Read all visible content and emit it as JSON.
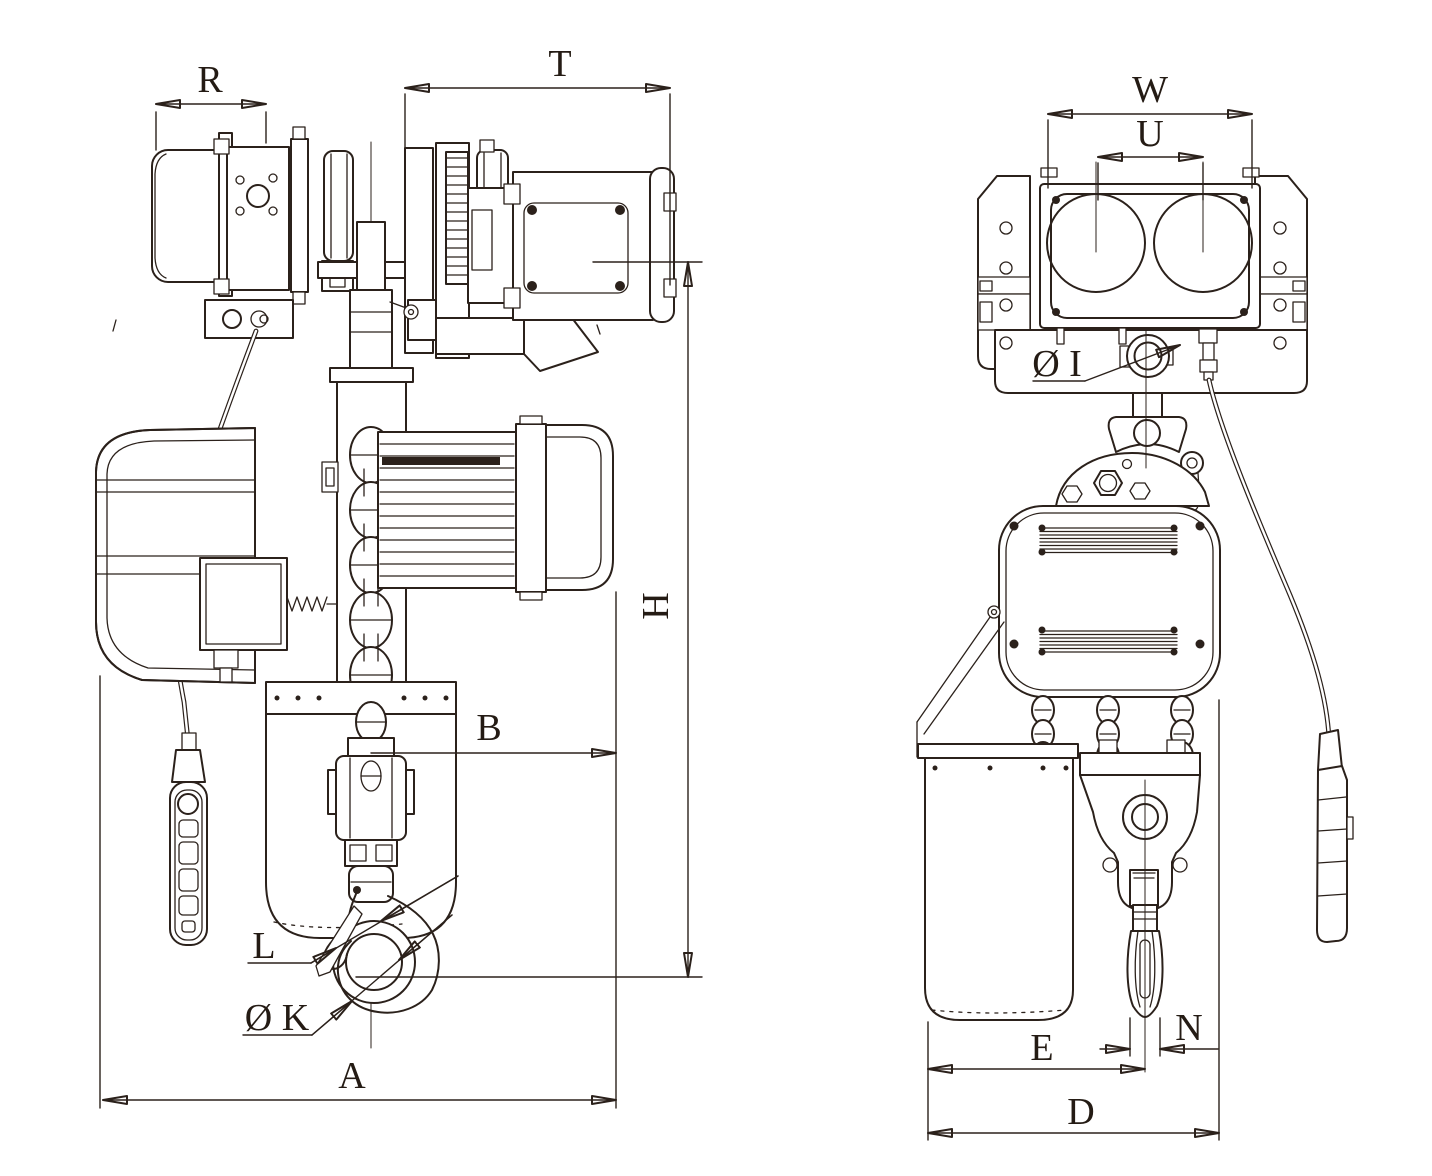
{
  "figure": {
    "type": "engineering-dimensional-drawing",
    "subject": "electric chain hoist with motor trolley",
    "views": [
      "side view",
      "front view"
    ],
    "line_color": "#2b211b",
    "background": "#ffffff"
  },
  "dimension_labels": {
    "side_view": {
      "R": "R",
      "T": "T",
      "H": "H",
      "B": "B",
      "L": "L",
      "K": "Ø K",
      "A": "A"
    },
    "front_view": {
      "W": "W",
      "U": "U",
      "I": "Ø I",
      "N": "N",
      "E": "E",
      "D": "D"
    }
  }
}
